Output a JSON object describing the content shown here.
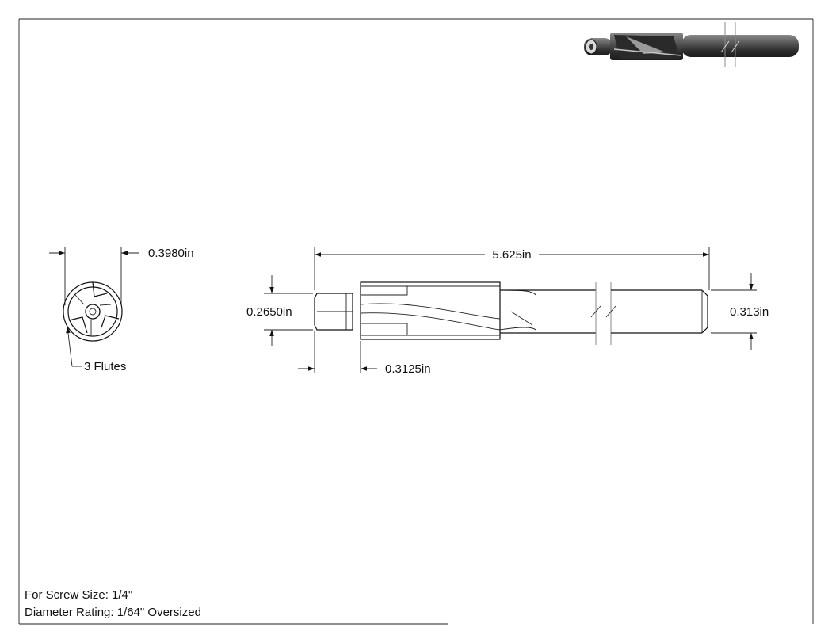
{
  "dimensions": {
    "flute_diameter": "0.3980in",
    "overall_length": "5.625in",
    "pilot_diameter": "0.2650in",
    "shank_diameter": "0.313in",
    "pilot_length": "0.3125in"
  },
  "callouts": {
    "flutes": "3 Flutes"
  },
  "notes": {
    "screw_size": "For Screw Size: 1/4\"",
    "diameter_rating": "Diameter Rating: 1/64\" Oversized"
  },
  "colors": {
    "line": "#111111",
    "background": "#ffffff",
    "shade_dark": "#3a3a3a",
    "shade_mid": "#6b6b6b"
  }
}
